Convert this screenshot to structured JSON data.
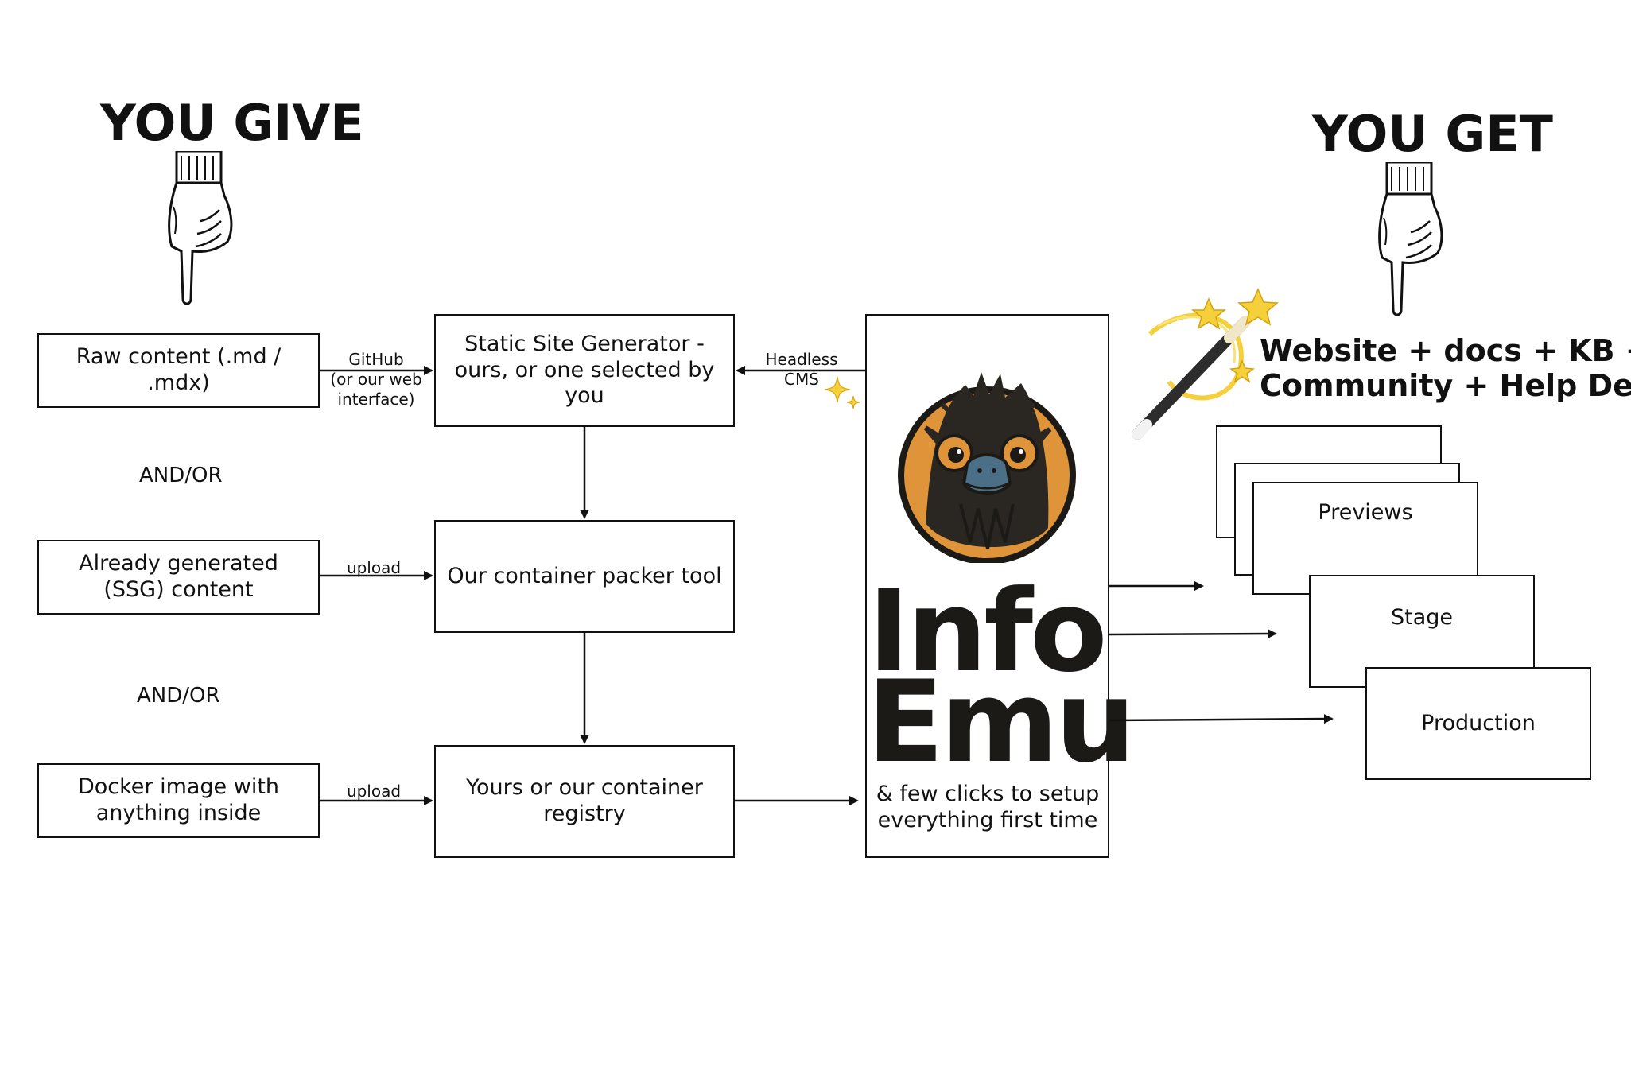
{
  "left": {
    "heading": "YOU GIVE",
    "inputs": [
      {
        "label": "Raw content (.md / .mdx)"
      },
      {
        "label": "Already generated (SSG) content"
      },
      {
        "label": "Docker image with anything inside"
      }
    ],
    "andor_1": "AND/OR",
    "andor_2": "AND/OR"
  },
  "connectors": {
    "github_line1": "GitHub",
    "github_line2": "(or our web",
    "github_line3": "interface)",
    "upload_1": "upload",
    "upload_2": "upload",
    "headless_line1": "Headless",
    "headless_line2": "CMS"
  },
  "middle": {
    "ssg_box": "Static Site Generator - ours, or one selected by you",
    "packer_box": "Our container packer tool",
    "registry_box": "Yours or our container registry"
  },
  "brand": {
    "name_line1": "Info",
    "name_line2": "Emu",
    "tagline": "& few clicks to setup everything first time",
    "colors": {
      "orange": "#e0943a",
      "dark": "#1c1a17",
      "beak": "#4a6f86"
    }
  },
  "right": {
    "heading": "YOU GET",
    "result_line1": "Website + docs + KB +",
    "result_line2": "Community + Help Desk",
    "environments": [
      {
        "label": "Previews"
      },
      {
        "label": "Stage"
      },
      {
        "label": "Production"
      }
    ]
  },
  "icons": {
    "left_hand": "pointing-hand-icon",
    "right_hand": "pointing-hand-icon",
    "wand": "magic-wand-icon",
    "sparkles": "sparkles-icon",
    "emu": "emu-logo-icon"
  }
}
